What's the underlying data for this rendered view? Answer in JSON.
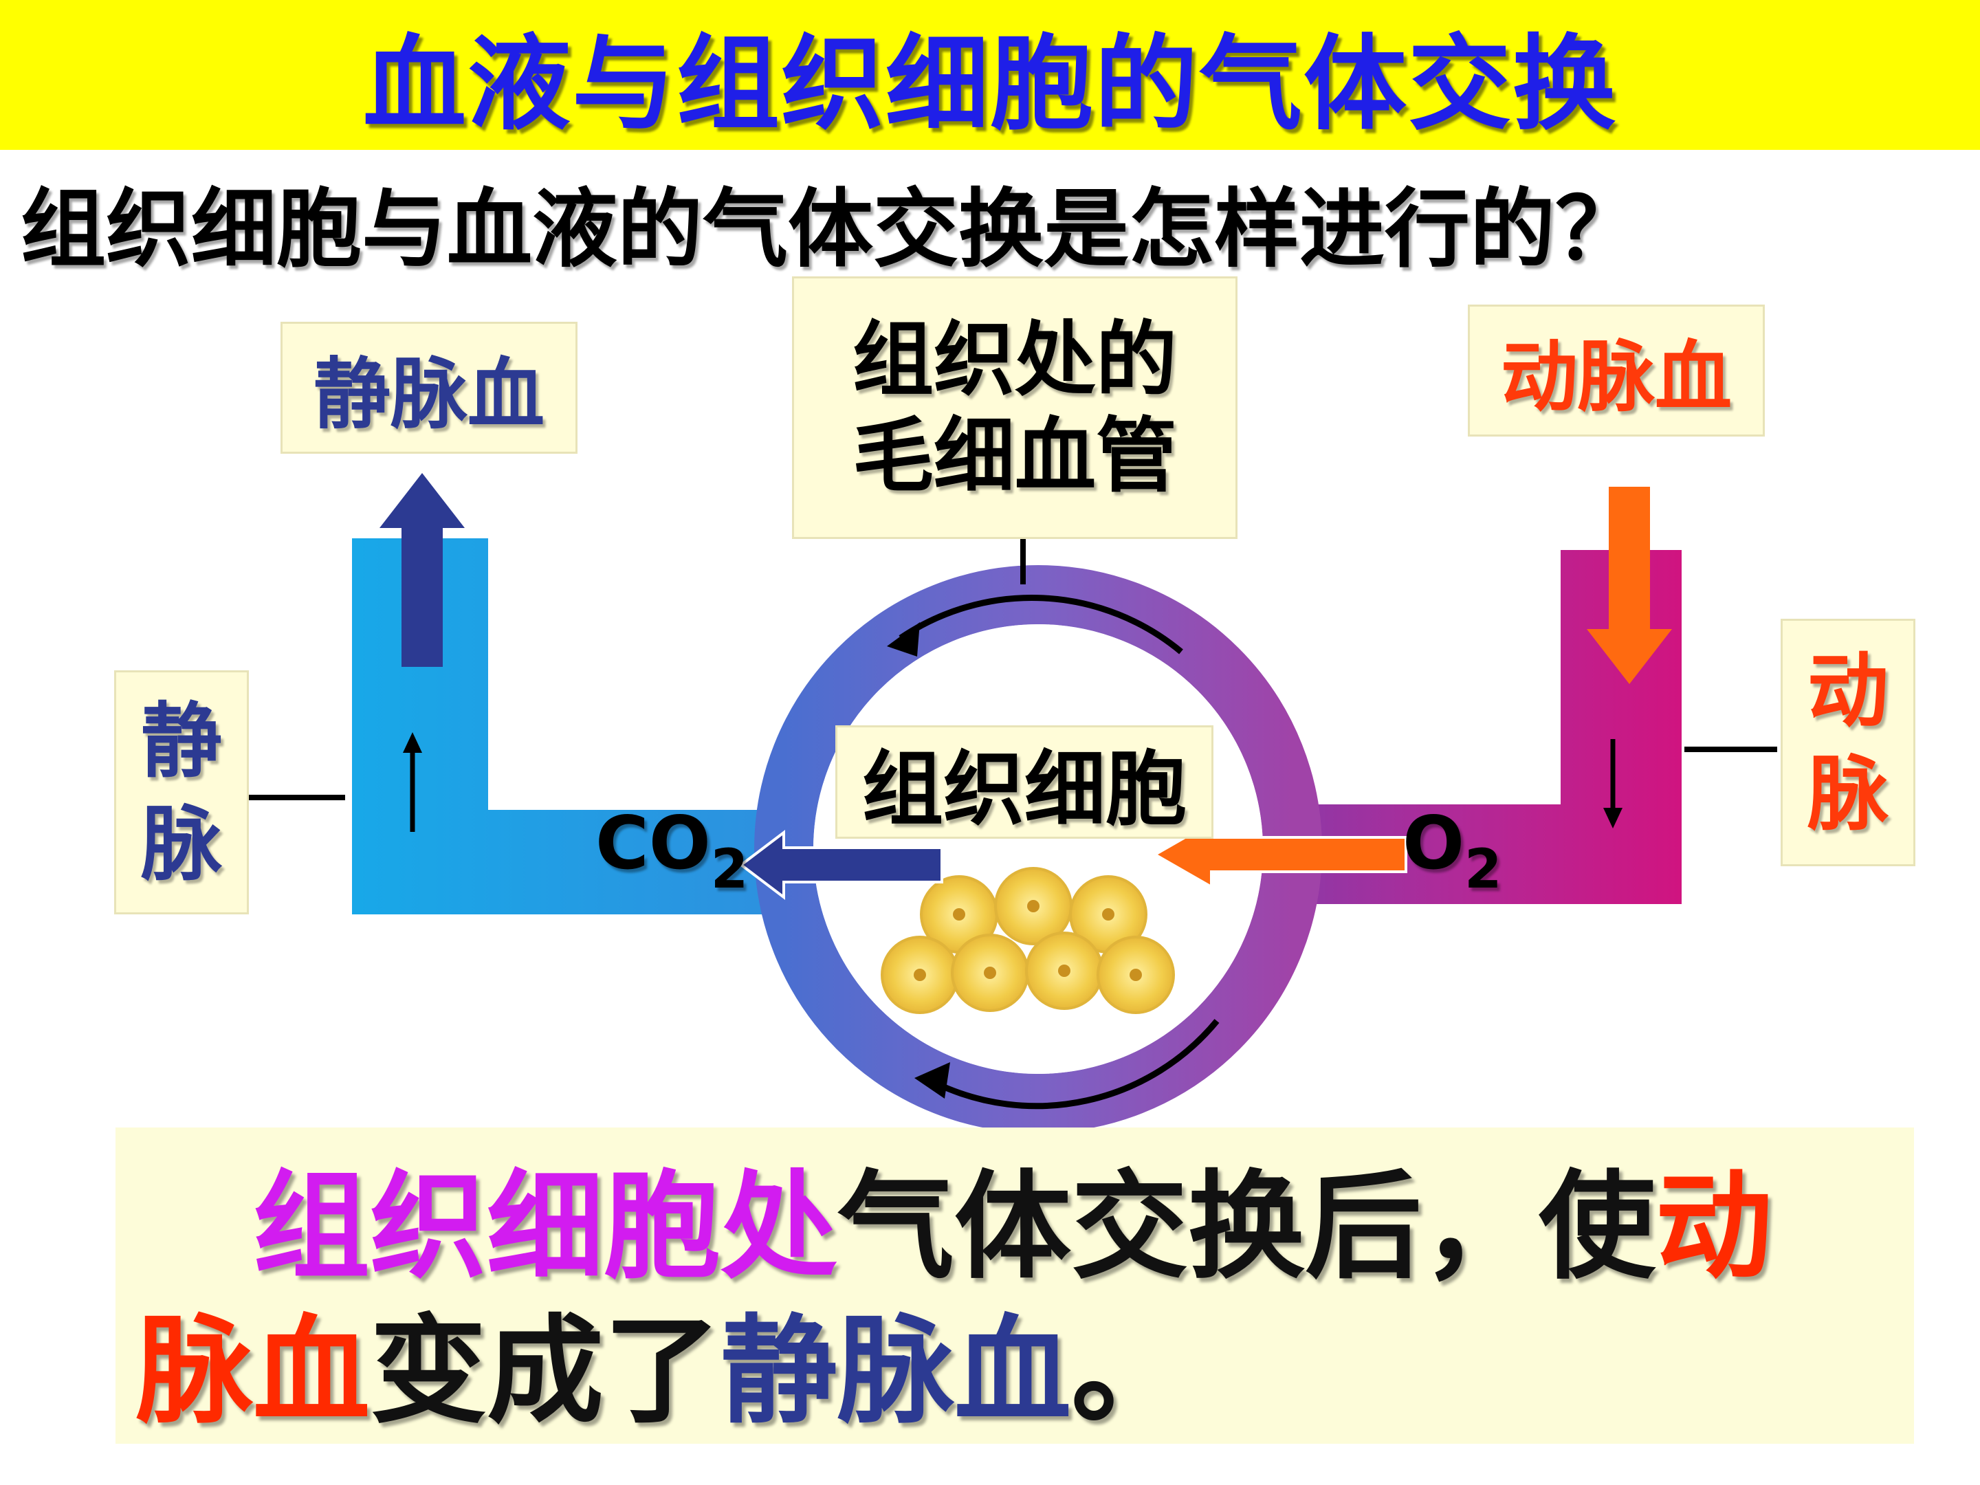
{
  "title": "血液与组织细胞的气体交换",
  "question": "组织细胞与血液的气体交换是怎样进行的？",
  "labels": {
    "venous_blood": "静脉血",
    "arterial_blood": "动脉血",
    "capillary_line1": "组织处的",
    "capillary_line2": "毛细血管",
    "vein_char1": "静",
    "vein_char2": "脉",
    "artery_char1": "动",
    "artery_char2": "脉",
    "tissue_cells": "组织细胞",
    "co2_base": "CO",
    "co2_sub": "2",
    "o2_base": "O",
    "o2_sub": "2"
  },
  "summary": {
    "part1": "组织细胞处",
    "part2": "气体交换后，使",
    "part3": "动",
    "part4": "脉血",
    "part5": "变成了",
    "part6": "静脉血",
    "part7": "。"
  },
  "colors": {
    "title_bg": "#ffff00",
    "title_text": "#1f1fe8",
    "venous": "#2c3a92",
    "arterial": "#ff3a0a",
    "vein_vessel": "#1aa5e6",
    "artery_vessel": "#d01480",
    "highlight_purple": "#d21cf0",
    "label_bg": "#fffcd8"
  }
}
